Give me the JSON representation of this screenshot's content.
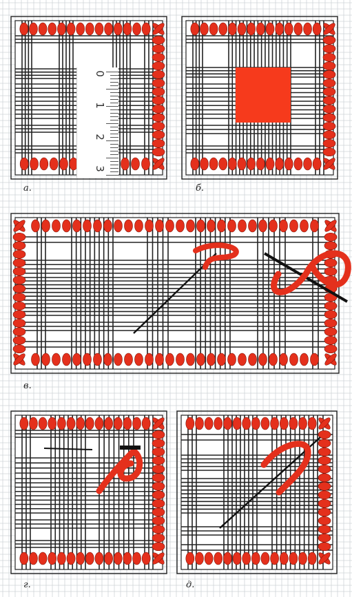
{
  "panels": [
    {
      "id": "a",
      "label": "а."
    },
    {
      "id": "b",
      "label": "б."
    },
    {
      "id": "v",
      "label": "в."
    },
    {
      "id": "g",
      "label": "г."
    },
    {
      "id": "d",
      "label": "д."
    }
  ],
  "ruler": {
    "numbers": [
      "0",
      "1",
      "2",
      "3"
    ]
  },
  "colors": {
    "thread": "#e4301c",
    "grid_line": "#222222",
    "background_grid": "#cfd4d8",
    "cut_square": "#f63a1c"
  }
}
